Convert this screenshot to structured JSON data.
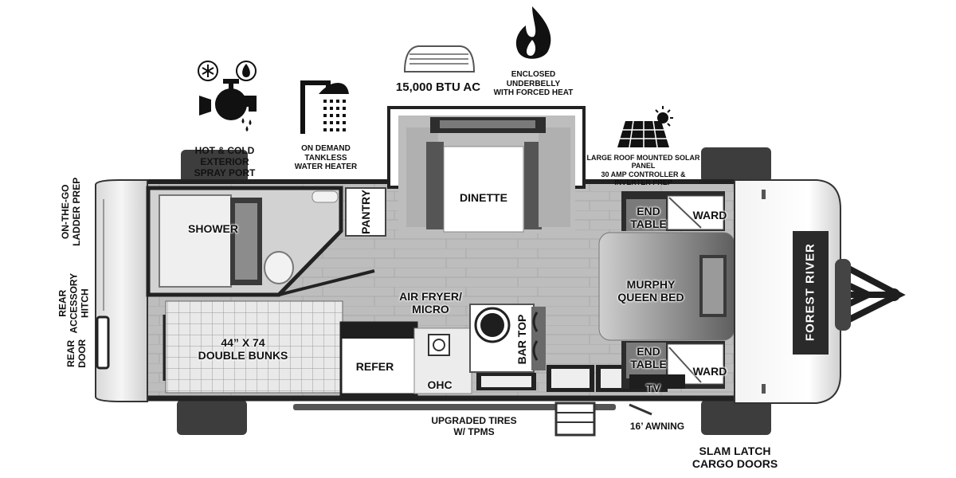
{
  "features": {
    "spray_port": "HOT & COLD EXTERIOR\nSPRAY PORT",
    "water_heater": "ON DEMAND\nTANKLESS\nWATER HEATER",
    "ac": "15,000 BTU AC",
    "underbelly": "ENCLOSED UNDERBELLY\nWITH FORCED HEAT",
    "solar": "LARGE ROOF MOUNTED SOLAR PANEL\n30 AMP CONTROLLER & INVERTER PREP"
  },
  "rooms": {
    "shower": "SHOWER",
    "pantry": "PANTRY",
    "dinette": "DINETTE",
    "end_table_top": "END\nTABLE",
    "ward_top": "WARD",
    "air_fryer": "AIR FRYER/\nMICRO",
    "bar_top": "BAR TOP",
    "murphy_bed": "MURPHY\nQUEEN BED",
    "bunks": "44” X 74\nDOUBLE BUNKS",
    "refer": "REFER",
    "ohc": "OHC",
    "end_table_bottom": "END\nTABLE",
    "ward_bottom": "WARD",
    "tv": "TV"
  },
  "exterior": {
    "ladder_prep": "ON-THE-GO\nLADDER PREP",
    "accessory_hitch": "REAR\nACCESSORY\nHITCH",
    "rear_door": "REAR\nDOOR",
    "tires": "UPGRADED TIRES\nW/ TPMS",
    "awning": "16’ AWNING",
    "cargo_doors": "SLAM LATCH\nCARGO DOORS"
  },
  "brand": "FOREST RIVER",
  "icons": {
    "spray_port": "spray-port-icon",
    "snowflake": "snowflake-icon",
    "flame_small": "flame-small-icon",
    "shower": "shower-icon",
    "ac": "ac-unit-icon",
    "flame": "flame-icon",
    "solar": "solar-panel-icon"
  }
}
